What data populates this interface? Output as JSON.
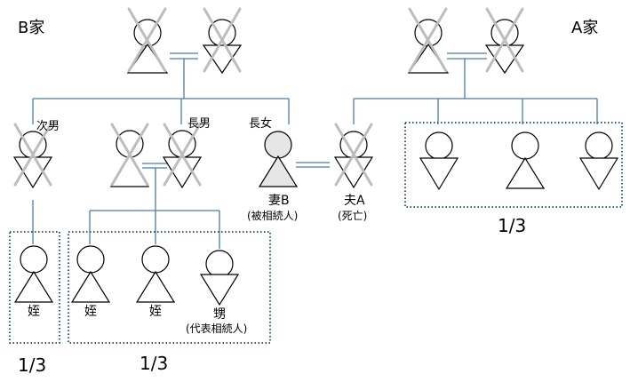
{
  "families": {
    "b": "B家",
    "a": "A家"
  },
  "roles": {
    "second_son": "次男",
    "eldest_son": "長男",
    "eldest_daughter": "長女"
  },
  "names": {
    "wife_b": "妻B",
    "wife_b_note": "(被相続人)",
    "husband_a": "夫A",
    "husband_a_note": "(死亡)",
    "niece_left": "姪",
    "niece_mid_1": "姪",
    "niece_mid_2": "姪",
    "nephew": "甥",
    "nephew_note": "(代表相続人)"
  },
  "shares": {
    "a_side": "1/3",
    "left_group": "1/3",
    "mid_group": "1/3"
  },
  "colors": {
    "line": "#4a7ea6",
    "dotted_box": "#2f5f75",
    "cross": "#bdbdbd",
    "fill_deceased_target": "#e6e6e6"
  }
}
